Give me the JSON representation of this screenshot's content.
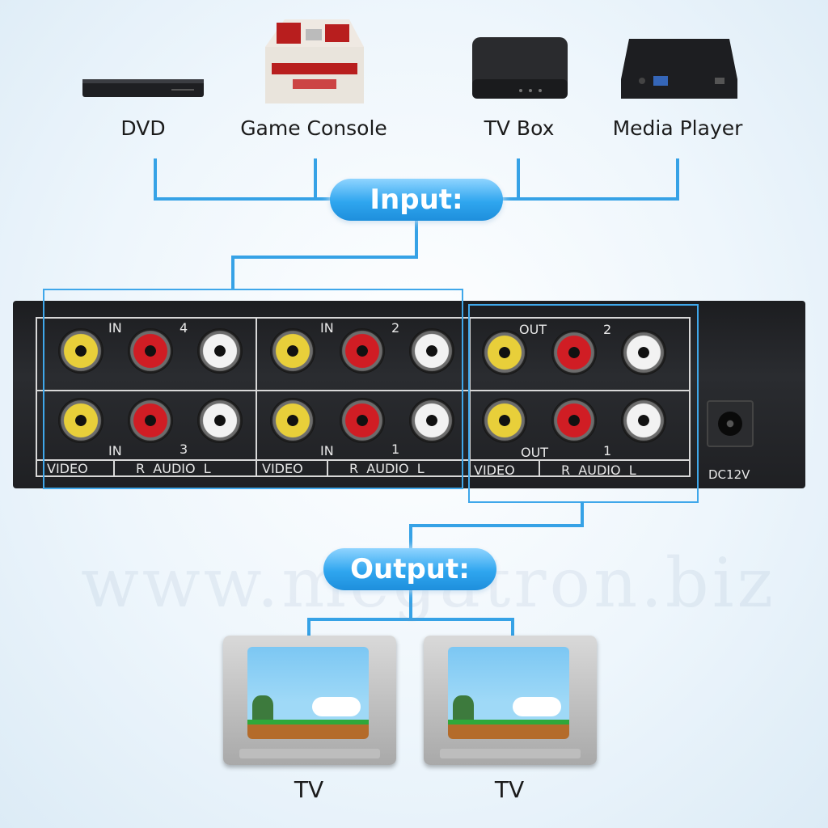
{
  "sources": [
    {
      "label": "DVD",
      "icon": "dvd-player-icon"
    },
    {
      "label": "Game Console",
      "icon": "game-console-icon"
    },
    {
      "label": "TV Box",
      "icon": "tv-box-icon"
    },
    {
      "label": "Media Player",
      "icon": "media-player-icon"
    }
  ],
  "input_label": "Input:",
  "output_label": "Output:",
  "panel": {
    "in4": {
      "io": "IN",
      "num": "4"
    },
    "in3": {
      "io": "IN",
      "num": "3"
    },
    "in2": {
      "io": "IN",
      "num": "2"
    },
    "in1": {
      "io": "IN",
      "num": "1"
    },
    "out2": {
      "io": "OUT",
      "num": "2"
    },
    "out1": {
      "io": "OUT",
      "num": "1"
    },
    "video_label": "VIDEO",
    "audio_label": "R  AUDIO  L",
    "dc_label": "DC12V",
    "jack_colors": {
      "video": "#e8cf3a",
      "audio_r": "#d01d24",
      "audio_l": "#f2f2f2"
    }
  },
  "watermark": "www.megatron.biz",
  "outputs": [
    {
      "label": "TV",
      "icon": "tv-icon"
    },
    {
      "label": "TV",
      "icon": "tv-icon"
    }
  ],
  "colors": {
    "accent": "#36a2e6"
  }
}
